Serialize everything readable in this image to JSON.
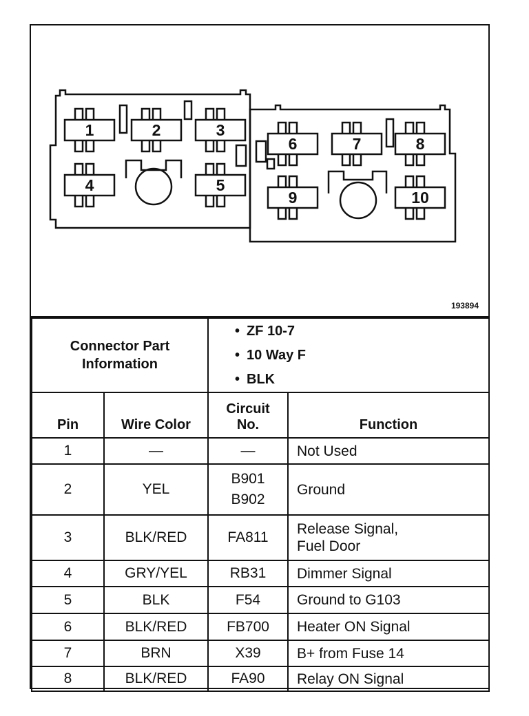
{
  "diagram": {
    "figure_id": "193894",
    "pin_numbers": [
      "1",
      "2",
      "3",
      "4",
      "5",
      "6",
      "7",
      "8",
      "9",
      "10"
    ]
  },
  "info": {
    "label_line1": "Connector Part",
    "label_line2": "Information",
    "items": [
      "ZF 10-7",
      "10 Way F",
      "BLK"
    ]
  },
  "table": {
    "headers": {
      "pin": "Pin",
      "wire_color": "Wire Color",
      "circuit_line1": "Circuit",
      "circuit_line2": "No.",
      "function": "Function"
    },
    "rows": [
      {
        "pin": "1",
        "wire": "—",
        "circuit": [
          "—"
        ],
        "function": [
          "Not Used"
        ]
      },
      {
        "pin": "2",
        "wire": "YEL",
        "circuit": [
          "B901",
          "B902"
        ],
        "function": [
          "Ground"
        ]
      },
      {
        "pin": "3",
        "wire": "BLK/RED",
        "circuit": [
          "FA811"
        ],
        "function": [
          "Release Signal,",
          "Fuel Door"
        ]
      },
      {
        "pin": "4",
        "wire": "GRY/YEL",
        "circuit": [
          "RB31"
        ],
        "function": [
          "Dimmer Signal"
        ]
      },
      {
        "pin": "5",
        "wire": "BLK",
        "circuit": [
          "F54"
        ],
        "function": [
          "Ground to G103"
        ]
      },
      {
        "pin": "6",
        "wire": "BLK/RED",
        "circuit": [
          "FB700"
        ],
        "function": [
          "Heater ON Signal"
        ]
      },
      {
        "pin": "7",
        "wire": "BRN",
        "circuit": [
          "X39"
        ],
        "function": [
          "B+ from Fuse 14"
        ]
      },
      {
        "pin": "8",
        "wire": "BLK/RED",
        "circuit": [
          "FA90"
        ],
        "function": [
          "Relay ON Signal"
        ]
      }
    ]
  }
}
